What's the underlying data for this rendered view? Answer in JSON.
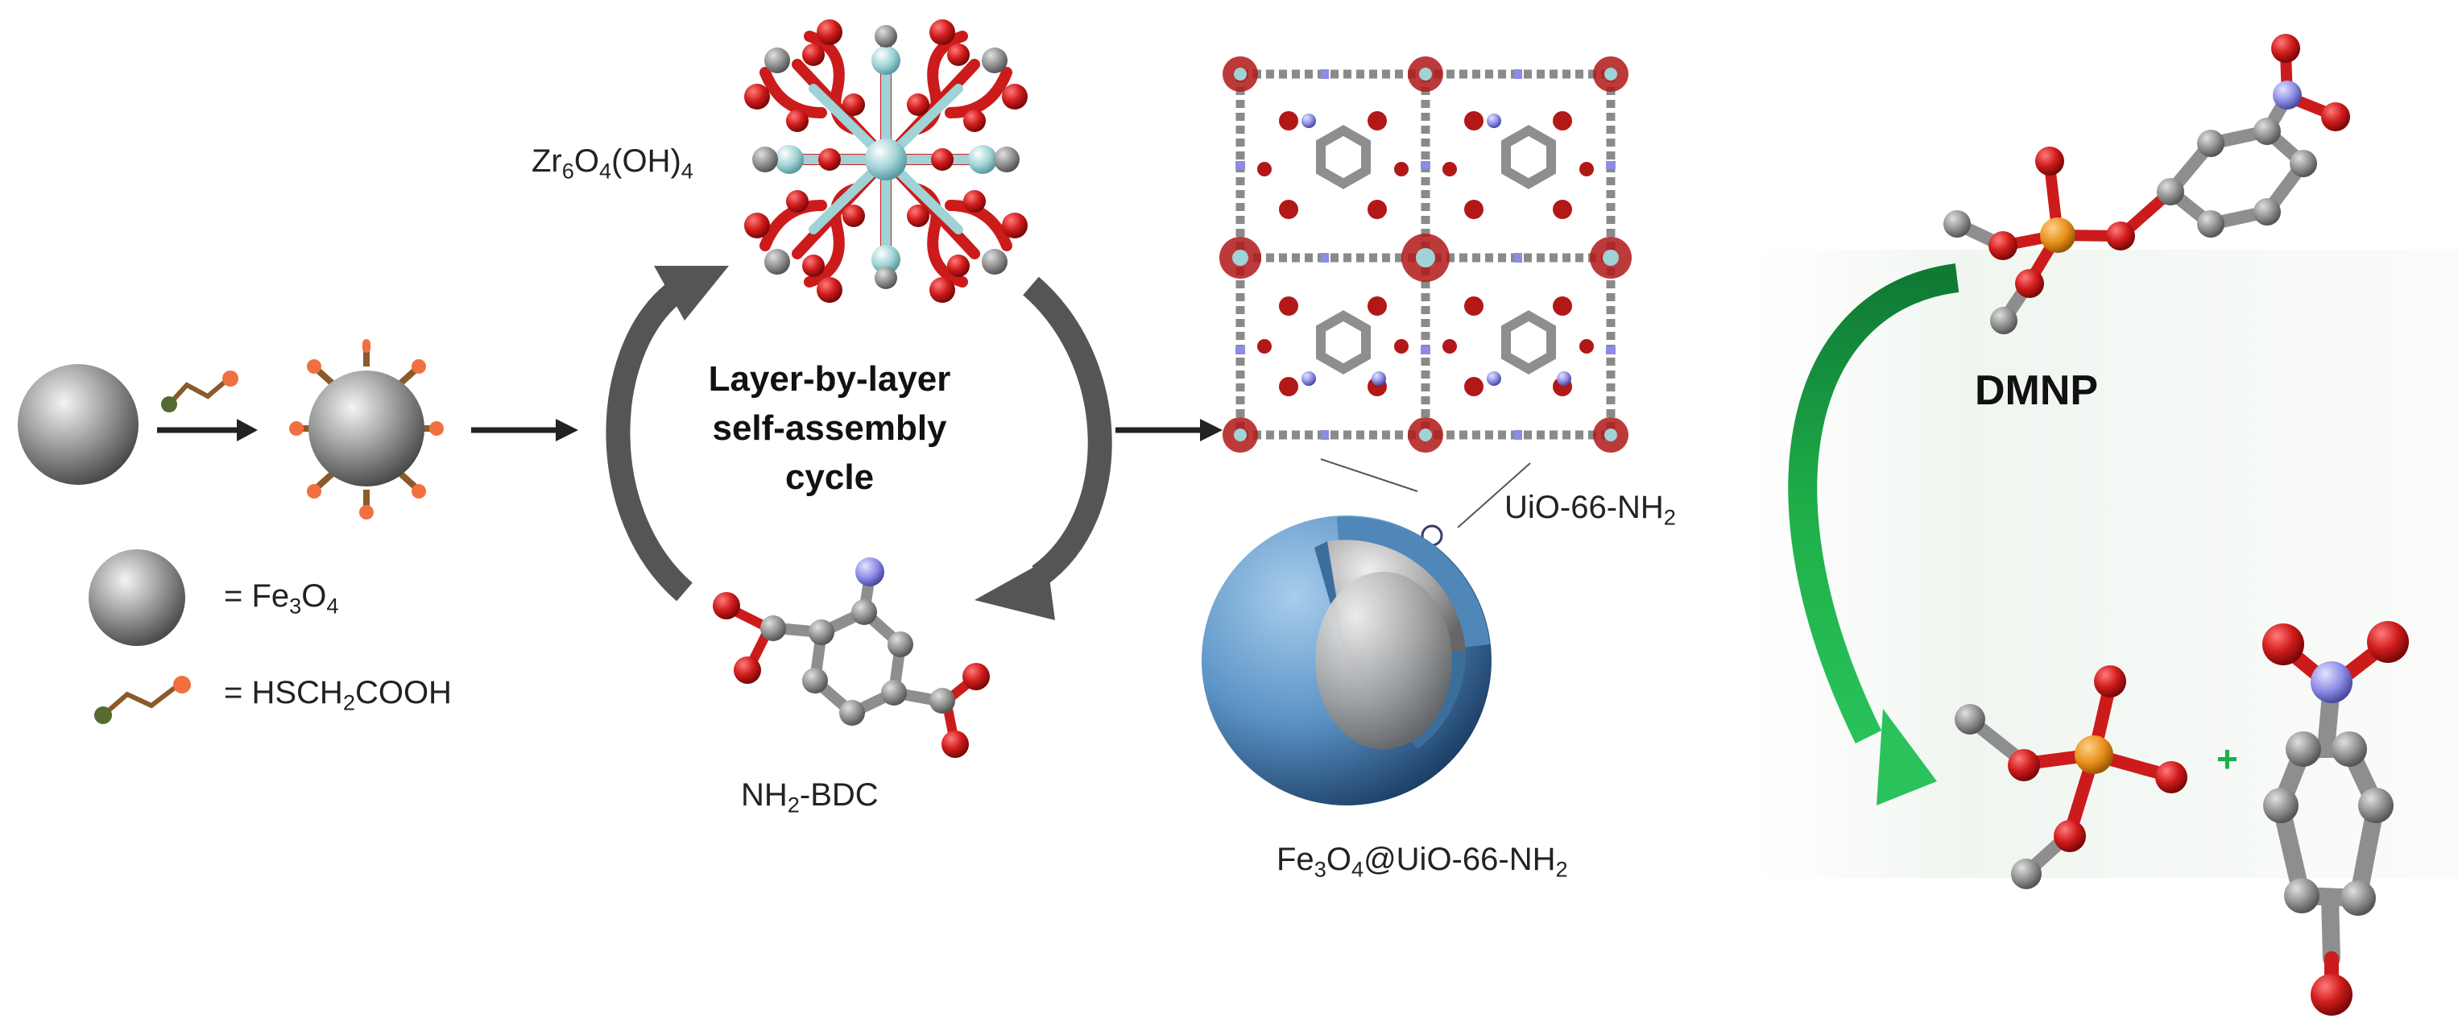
{
  "labels": {
    "zr_cluster": [
      "Zr",
      "6",
      "O",
      "4",
      "(OH)",
      "4"
    ],
    "fe3o4_legend": [
      "= Fe",
      "3",
      "O",
      "4"
    ],
    "linker_legend": [
      "= HSCH",
      "2",
      "COOH"
    ],
    "cycle_line1": "Layer-by-layer",
    "cycle_line2": "self-assembly",
    "cycle_line3": "cycle",
    "nh2_bdc": [
      "NH",
      "2",
      "-BDC"
    ],
    "uio": [
      "UiO-66-NH",
      "2"
    ],
    "composite": [
      "Fe",
      "3",
      "O",
      "4",
      "@UiO-66-NH",
      "2"
    ],
    "dmnp": "DMNP",
    "plus": "+"
  },
  "colors": {
    "oxygen": "#cc1b1b",
    "carbon": "#8e8e8e",
    "nitrogen": "#8c8ce6",
    "zirconium": "#9fd3d6",
    "phosphorus": "#e8901a",
    "shell": "#5b93c6",
    "core": "#9e9e9e",
    "green_arrow": "#1fae4a",
    "cycle_arrow": "#555555",
    "sulfur_end": "#556b2f",
    "acid_end": "#f07040"
  }
}
